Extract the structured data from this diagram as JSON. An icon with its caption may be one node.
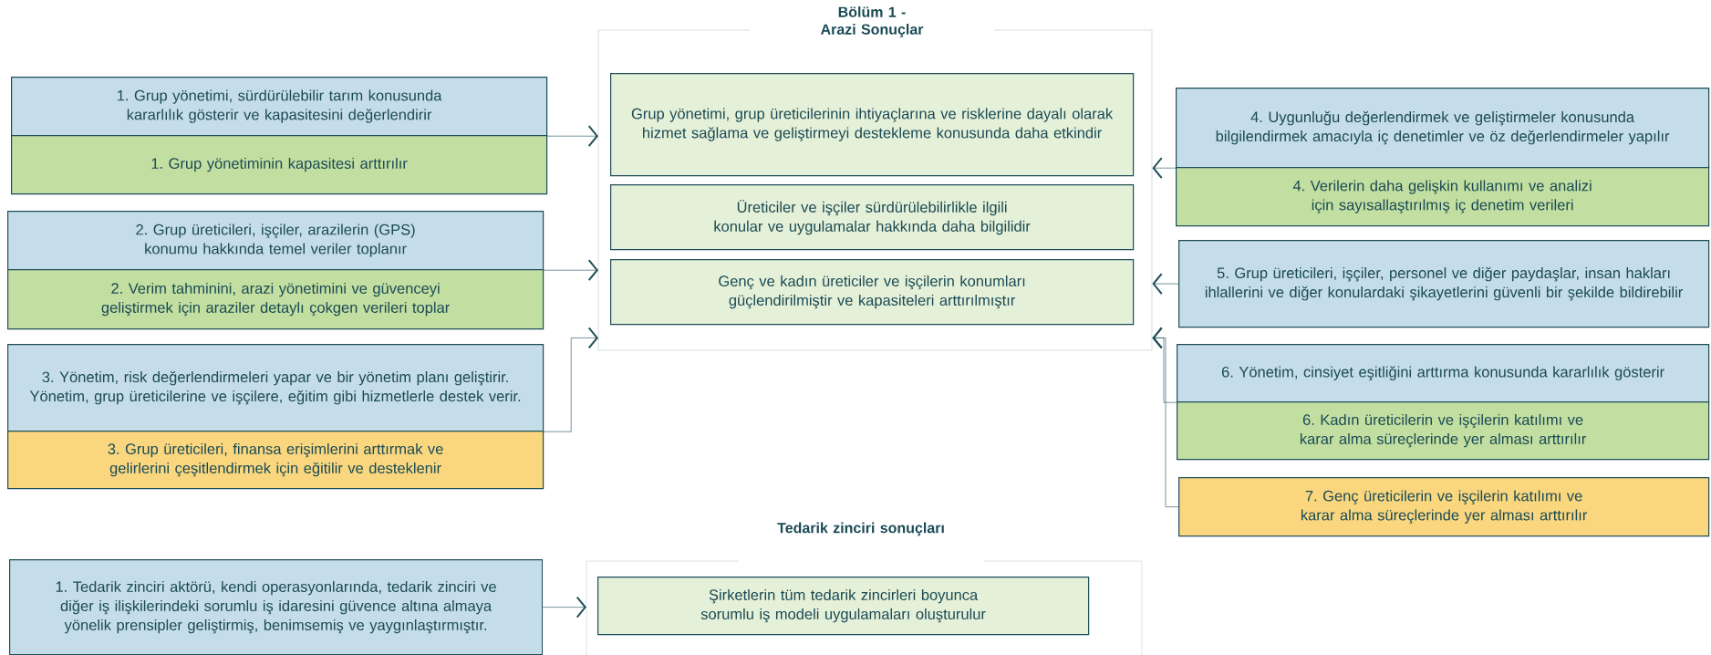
{
  "diagram": {
    "nodes": [
      {
        "text": [
          "1. Grup yönetimi, sürdürülebilir tarım konusunda kararlılık gösterir ve kapasitesini değerlendirir"
        ]
      },
      {
        "text": [
          "1. Grup yönetiminin kapasitesi arttırılır"
        ]
      },
      {
        "text": [
          "2. Grup üreticileri, işçiler, arazilerin (GPS) konumu hakkında temel veriler toplanır"
        ]
      },
      {
        "text": [
          "2. Verim tahminini, arazi yönetimini ve güvenceyi geliştirmek için araziler detaylı çokgen verileri toplar"
        ]
      },
      {
        "text": [
          "3. Yönetim, risk değerlendirmeleri yapar ve bir yönetim planı geliştirir. Yönetim, grup üreticilerine ve işçilere, eğitim gibi hizmetlerle destek verir."
        ]
      },
      {
        "text": [
          "3. Grup üreticileri, finansa erişimlerini arttırmak ve gelirlerini çeşitlendirmek için eğitilir ve desteklenir"
        ]
      },
      {
        "text": [
          "Bölüm 1 - Arazi Sonuçlar"
        ]
      },
      {
        "text": [
          "Grup yönetimi, grup üreticilerinin ihtiyaçlarına ve risklerine dayalı olarak hizmet sağlama ve geliştirmeyi destekleme konusunda daha etkindir"
        ],
        "in": 6
      },
      {
        "text": [
          "Üreticiler ve işçiler sürdürülebilirlikle ilgili konular ve uygulamalar hakkında daha bilgilidir"
        ],
        "in": 6
      },
      {
        "text": [
          "Genç ve kadın üreticiler ve işçilerin konumları güçlendirilmiştir ve kapasiteleri arttırılmıştır"
        ],
        "in": 6
      },
      {
        "text": [
          "4. Uygunluğu değerlendirmek ve geliştirmeler konusunda bilgilendirmek amacıyla iç denetimler ve öz değerlendirmeler yapılır"
        ]
      },
      {
        "text": [
          "4. Verilerin daha gelişkin kullanımı ve analizi için sayısallaştırılmış iç denetim verileri"
        ]
      },
      {
        "text": [
          "5. Grup üreticileri, işçiler, personel ve diğer paydaşlar, insan hakları ihlallerini ve diğer konulardaki şikayetlerini güvenli bir şekilde bildirebilir"
        ]
      },
      {
        "text": [
          "6. Yönetim, cinsiyet eşitliğini arttırma konusunda kararlılık gösterir"
        ]
      },
      {
        "text": [
          "6. Kadın üreticilerin ve işçilerin katılımı ve karar alma süreçlerinde yer alması arttırılır"
        ]
      },
      {
        "text": [
          "7. Genç üreticilerin ve işçilerin katılımı ve karar alma süreçlerinde yer alması arttırılır"
        ]
      },
      {
        "text": [
          "1. Tedarik zinciri aktörü, kendi operasyonlarında, tedarik zinciri ve diğer iş ilişkilerindeki sorumlu iş idaresini güvence altına almaya yönelik prensipler geliştirmiş, benimsemiş ve yaygınlaştırmıştır."
        ]
      },
      {
        "text": [
          "Tedarik zinciri sonuçları"
        ]
      },
      {
        "text": [
          "Şirketlerin tüm tedarik zincirleri boyunca sorumlu iş modeli uygulamaları oluşturulur"
        ],
        "in": 17
      }
    ],
    "edges": [
      {
        "from": 0,
        "to": 6,
        "arrow": "to"
      },
      {
        "from": 2,
        "to": 6,
        "arrow": "to"
      },
      {
        "from": 4,
        "to": 6,
        "arrow": "to"
      },
      {
        "from": 10,
        "to": 6,
        "arrow": "to"
      },
      {
        "from": 12,
        "to": 6,
        "arrow": "to"
      },
      {
        "from": 13,
        "to": 6,
        "arrow": "to"
      },
      {
        "from": 15,
        "to": 6,
        "arrow": "to"
      },
      {
        "from": 16,
        "to": 17,
        "arrow": "to"
      }
    ]
  }
}
